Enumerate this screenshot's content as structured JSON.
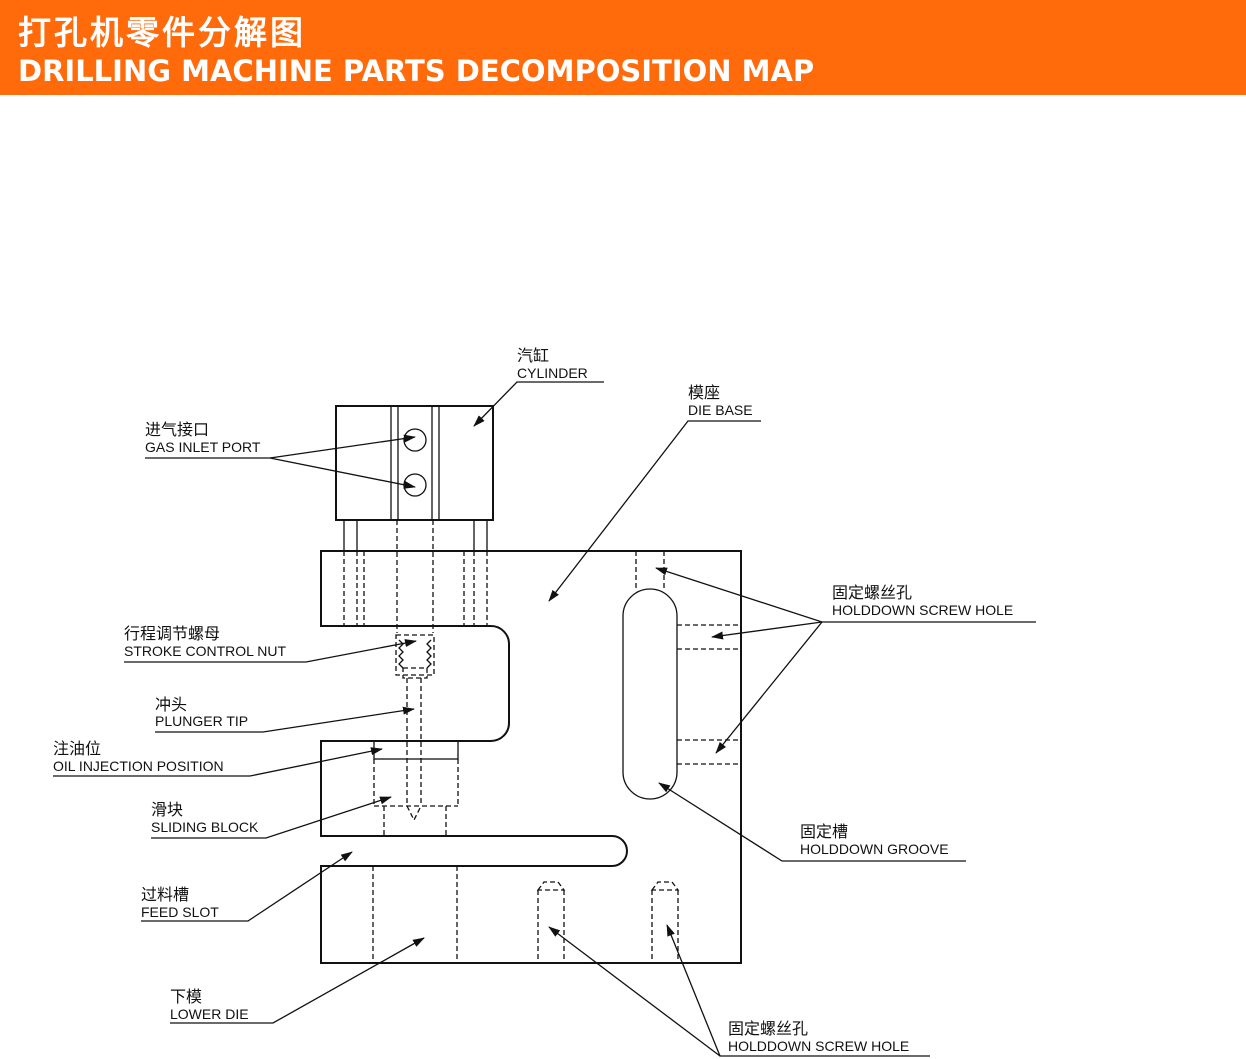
{
  "header": {
    "title_cn": "打孔机零件分解图",
    "title_en": "DRILLING MACHINE PARTS DECOMPOSITION MAP"
  },
  "colors": {
    "banner": "#ff6a0b",
    "line": "#111111"
  },
  "labels": {
    "cylinder": {
      "cn": "汽缸",
      "en": "CYLINDER"
    },
    "die_base": {
      "cn": "模座",
      "en": "DIE BASE"
    },
    "gas_inlet_port": {
      "cn": "进气接口",
      "en": "GAS INLET PORT"
    },
    "holddown_screw_hole_1": {
      "cn": "固定螺丝孔",
      "en": "HOLDDOWN SCREW HOLE"
    },
    "stroke_control_nut": {
      "cn": "行程调节螺母",
      "en": "STROKE CONTROL NUT"
    },
    "plunger_tip": {
      "cn": "冲头",
      "en": "PLUNGER TIP"
    },
    "oil_injection_position": {
      "cn": "注油位",
      "en": "OIL INJECTION POSITION"
    },
    "sliding_block": {
      "cn": "滑块",
      "en": "SLIDING BLOCK"
    },
    "holddown_groove": {
      "cn": "固定槽",
      "en": "HOLDDOWN GROOVE"
    },
    "feed_slot": {
      "cn": "过料槽",
      "en": "FEED SLOT"
    },
    "lower_die": {
      "cn": "下模",
      "en": "LOWER DIE"
    },
    "holddown_screw_hole_2": {
      "cn": "固定螺丝孔",
      "en": "HOLDDOWN SCREW HOLE"
    }
  }
}
